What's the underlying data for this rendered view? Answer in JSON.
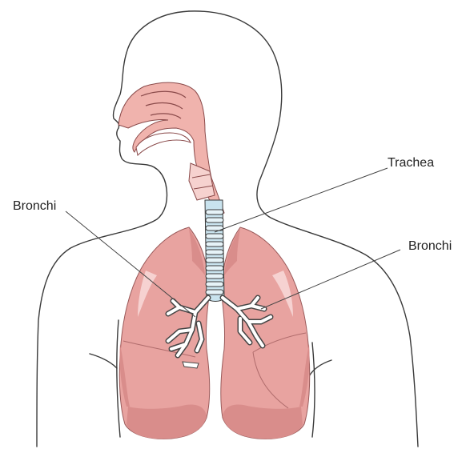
{
  "labels": {
    "trachea": "Trachea",
    "bronchi_left": "Bronchi",
    "bronchi_right": "Bronchi"
  },
  "colors": {
    "lung": "#e8a3a0",
    "lung_dark": "#d98d8b",
    "airway": "#f0b3ad",
    "trachea": "#c9e3ee",
    "outline": "#3a3a3a",
    "background": "#ffffff"
  }
}
